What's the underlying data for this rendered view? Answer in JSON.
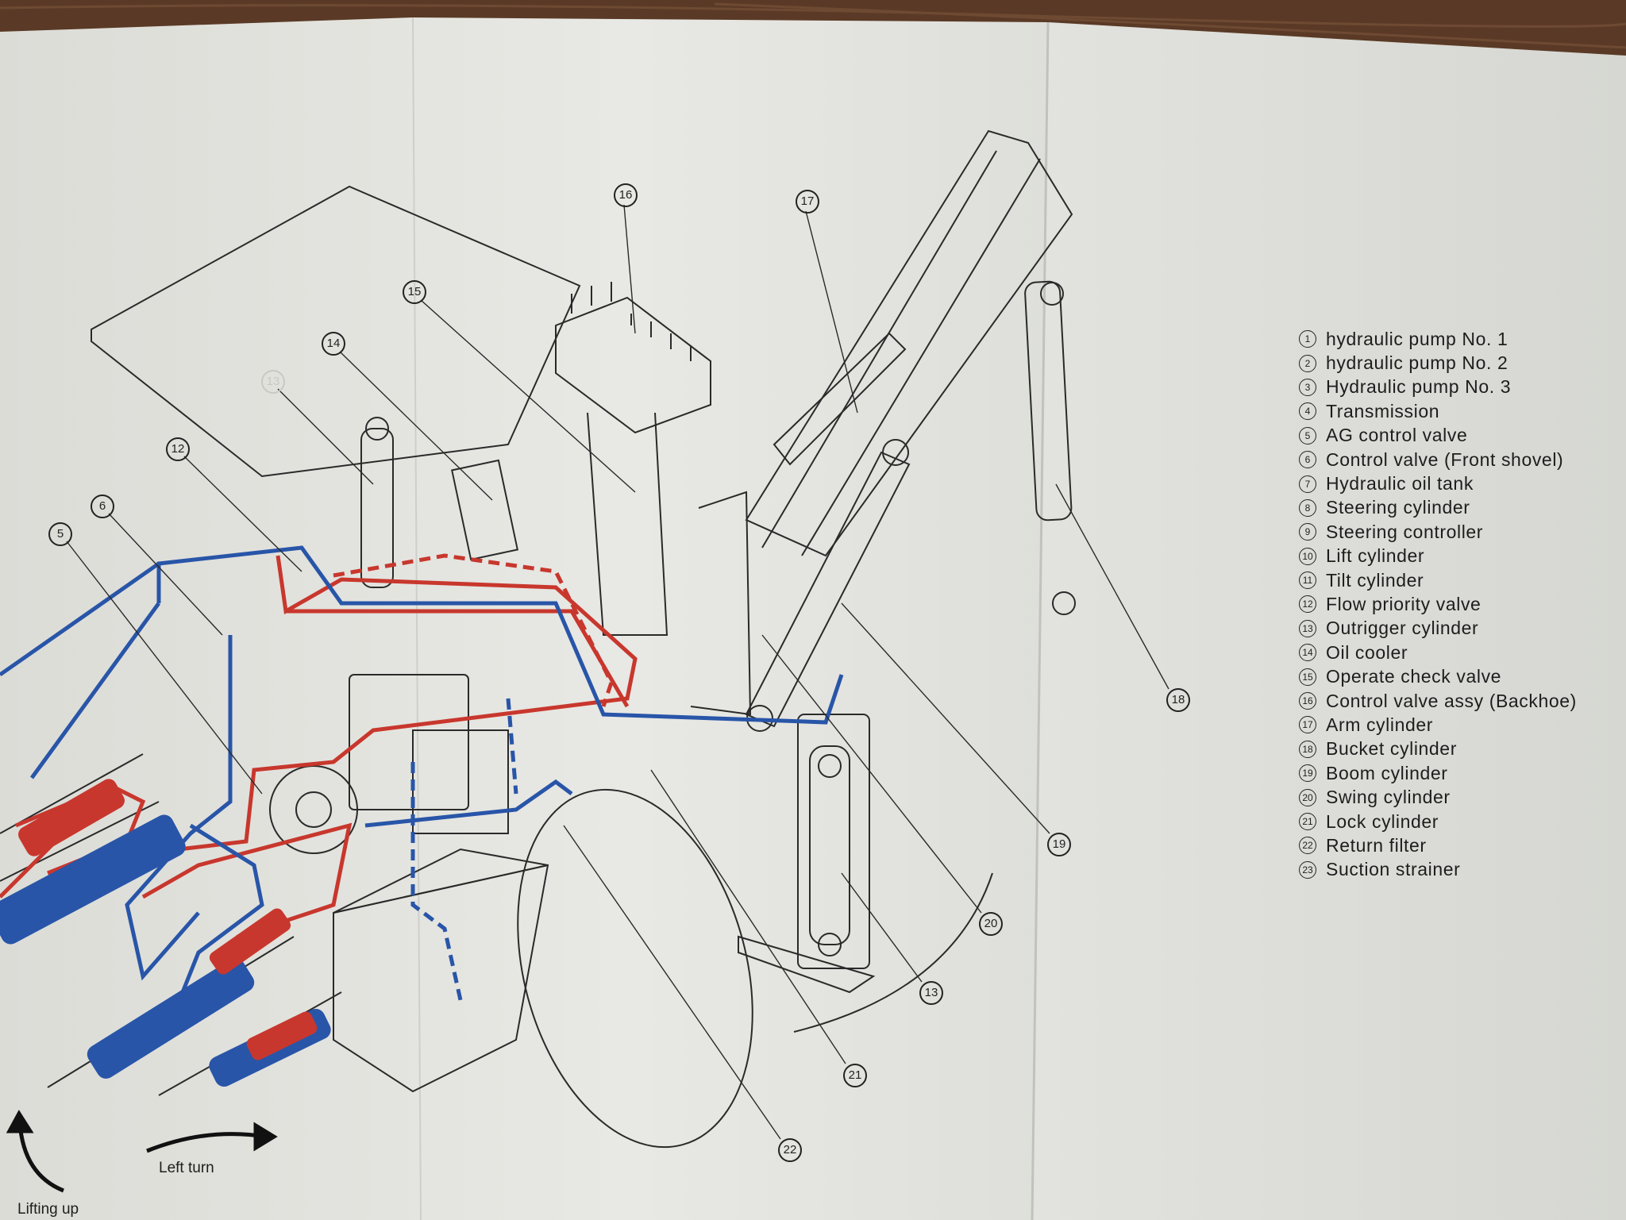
{
  "legend": [
    {
      "num": "1",
      "label": "hydraulic pump No. 1"
    },
    {
      "num": "2",
      "label": "hydraulic pump No. 2"
    },
    {
      "num": "3",
      "label": "Hydraulic pump No. 3"
    },
    {
      "num": "4",
      "label": "Transmission"
    },
    {
      "num": "5",
      "label": "AG control valve"
    },
    {
      "num": "6",
      "label": "Control valve (Front shovel)"
    },
    {
      "num": "7",
      "label": "Hydraulic oil tank"
    },
    {
      "num": "8",
      "label": "Steering cylinder"
    },
    {
      "num": "9",
      "label": "Steering controller"
    },
    {
      "num": "10",
      "label": "Lift cylinder"
    },
    {
      "num": "11",
      "label": "Tilt cylinder"
    },
    {
      "num": "12",
      "label": "Flow priority valve"
    },
    {
      "num": "13",
      "label": "Outrigger cylinder"
    },
    {
      "num": "14",
      "label": "Oil cooler"
    },
    {
      "num": "15",
      "label": "Operate check valve"
    },
    {
      "num": "16",
      "label": "Control valve assy (Backhoe)"
    },
    {
      "num": "17",
      "label": "Arm cylinder"
    },
    {
      "num": "18",
      "label": "Bucket cylinder"
    },
    {
      "num": "19",
      "label": "Boom cylinder"
    },
    {
      "num": "20",
      "label": "Swing cylinder"
    },
    {
      "num": "21",
      "label": "Lock cylinder"
    },
    {
      "num": "22",
      "label": "Return filter"
    },
    {
      "num": "23",
      "label": "Suction strainer"
    }
  ],
  "callouts": {
    "c16": "16",
    "c17": "17",
    "c15": "15",
    "c14": "14",
    "c13a": "13",
    "c12": "12",
    "c6": "6",
    "c5": "5",
    "c18": "18",
    "c19": "19",
    "c20": "20",
    "c13b": "13",
    "c21": "21",
    "c22": "22"
  },
  "captions": {
    "left_turn": "Left turn",
    "lifting_up": "Lifting up"
  },
  "colors": {
    "pressure_line": "#c8372d",
    "return_line": "#2855a8",
    "paper": "#e9e9e5",
    "wood": "#5a3a26"
  }
}
